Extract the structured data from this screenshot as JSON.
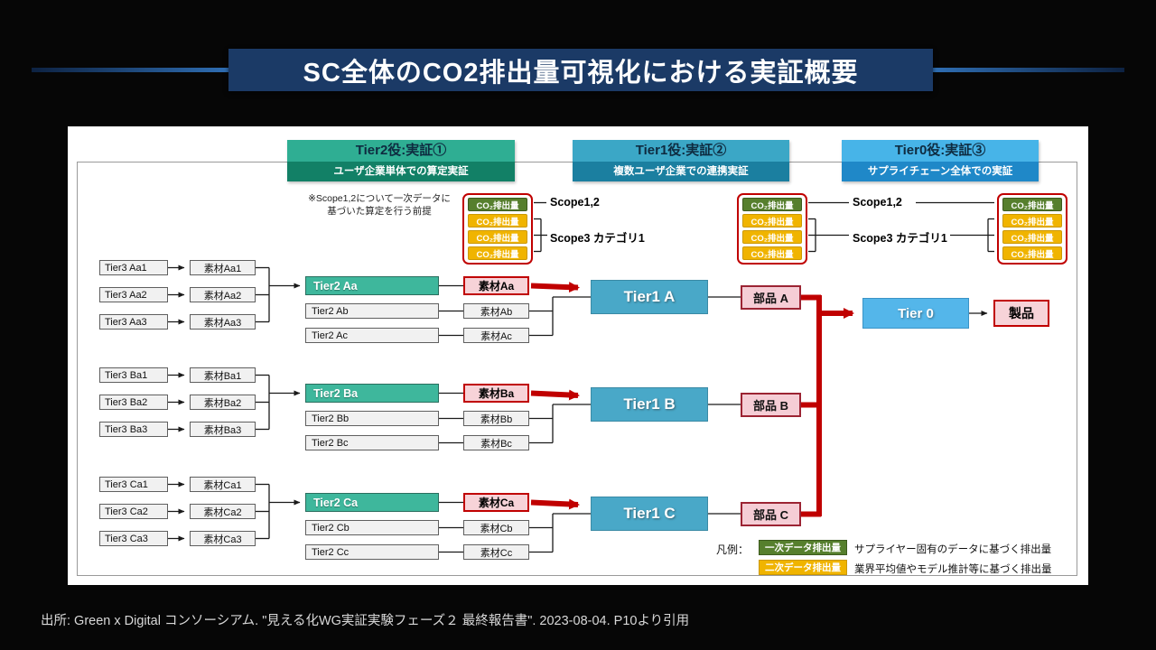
{
  "slide": {
    "title": "SC全体のCO2排出量可視化における実証概要",
    "source": "出所: Green x Digital コンソーシアム. \"見える化WG実証実験フェーズ２ 最終報告書\". 2023-08-04. P10より引用"
  },
  "headers": [
    {
      "title": "Tier2役:実証①",
      "subtitle": "ユーザ企業単体での算定実証"
    },
    {
      "title": "Tier1役:実証②",
      "subtitle": "複数ユーザ企業での連携実証"
    },
    {
      "title": "Tier0役:実証③",
      "subtitle": "サプライチェーン全体での実証"
    }
  ],
  "note": {
    "line1": "※Scope1,2について一次データに",
    "line2": "基づいた算定を行う前提"
  },
  "labels": {
    "co2": "CO₂排出量",
    "scope12": "Scope1,2",
    "scope3": "Scope3 カテゴリ1"
  },
  "groups": {
    "A": {
      "tier3": [
        "Tier3 Aa1",
        "Tier3 Aa2",
        "Tier3 Aa3"
      ],
      "mat3": [
        "素材Aa1",
        "素材Aa2",
        "素材Aa3"
      ],
      "tier2": [
        "Tier2 Aa",
        "Tier2 Ab",
        "Tier2 Ac"
      ],
      "mat2": [
        "素材Aa",
        "素材Ab",
        "素材Ac"
      ],
      "tier1": "Tier1 A",
      "part": "部品 A"
    },
    "B": {
      "tier3": [
        "Tier3 Ba1",
        "Tier3 Ba2",
        "Tier3 Ba3"
      ],
      "mat3": [
        "素材Ba1",
        "素材Ba2",
        "素材Ba3"
      ],
      "tier2": [
        "Tier2 Ba",
        "Tier2 Bb",
        "Tier2 Bc"
      ],
      "mat2": [
        "素材Ba",
        "素材Bb",
        "素材Bc"
      ],
      "tier1": "Tier1 B",
      "part": "部品 B"
    },
    "C": {
      "tier3": [
        "Tier3 Ca1",
        "Tier3 Ca2",
        "Tier3 Ca3"
      ],
      "mat3": [
        "素材Ca1",
        "素材Ca2",
        "素材Ca3"
      ],
      "tier2": [
        "Tier2 Ca",
        "Tier2 Cb",
        "Tier2 Cc"
      ],
      "mat2": [
        "素材Ca",
        "素材Cb",
        "素材Cc"
      ],
      "tier1": "Tier1 C",
      "part": "部品 C"
    }
  },
  "nodes": {
    "tier0": "Tier 0",
    "product": "製品"
  },
  "legend": {
    "label": "凡例：",
    "items": [
      {
        "chip": "一次データ排出量",
        "desc": "サプライヤー固有のデータに基づく排出量"
      },
      {
        "chip": "二次データ排出量",
        "desc": "業界平均値やモデル推計等に基づく排出量"
      }
    ]
  },
  "colors": {
    "emphasis_red": "#c00000",
    "primary_data_green": "#567f2d",
    "secondary_data_yellow": "#f0b400",
    "tier2_green": "#3eb79c",
    "tier1_teal": "#49a8c8",
    "tier0_blue": "#54b6ea",
    "title_navy": "#1b3a66"
  }
}
